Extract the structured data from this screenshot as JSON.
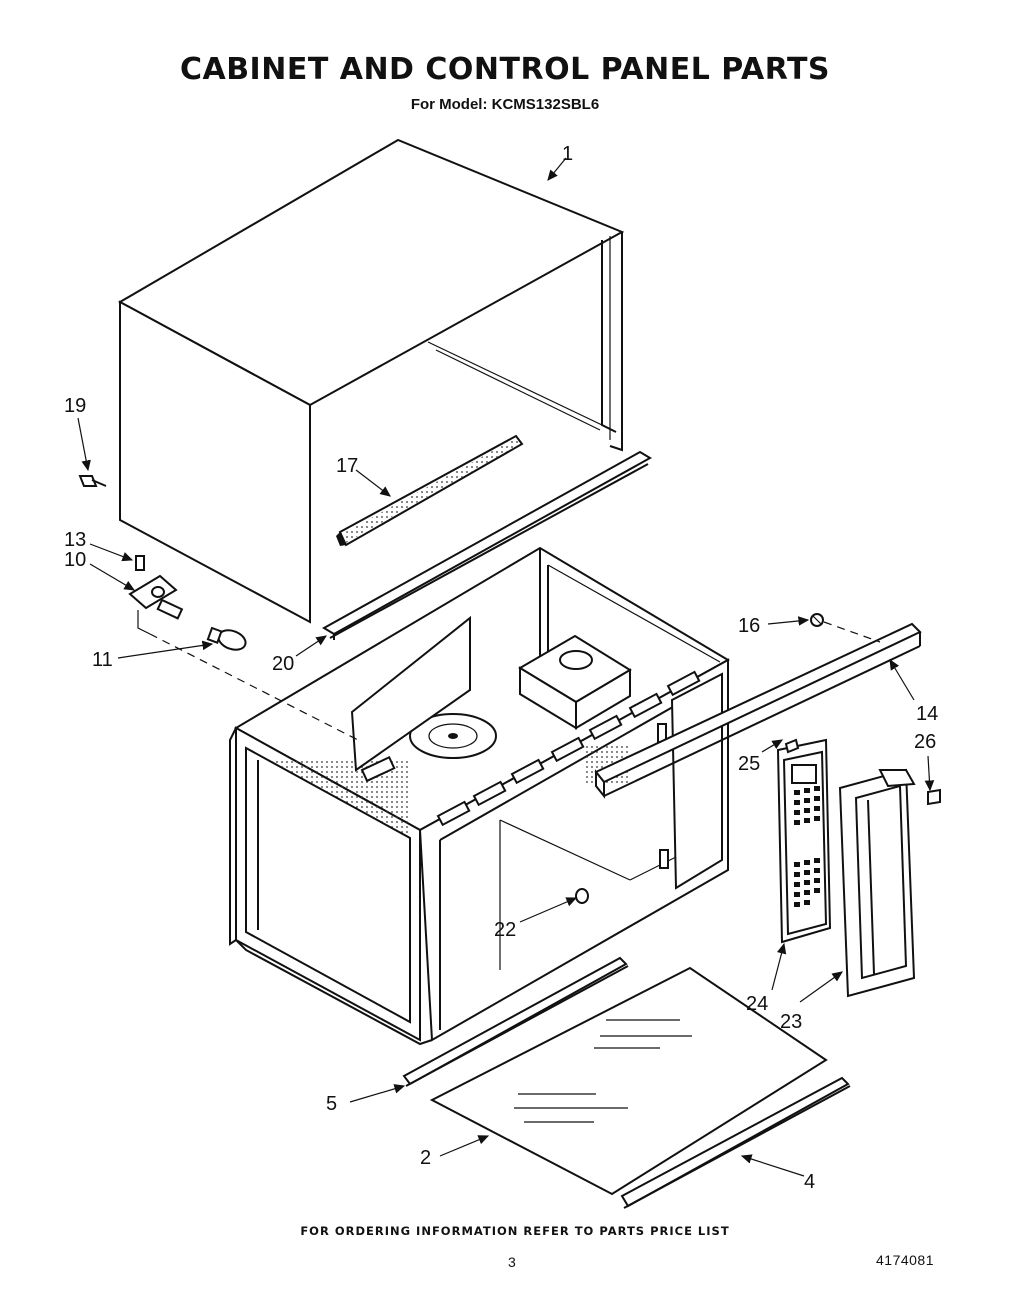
{
  "header": {
    "title": "CABINET AND CONTROL PANEL PARTS",
    "subtitle": "For Model: KCMS132SBL6"
  },
  "footer": {
    "note": "FOR ORDERING INFORMATION REFER TO PARTS PRICE LIST",
    "page_number": "3",
    "document_number": "4174081"
  },
  "callouts": {
    "c1": "1",
    "c2": "2",
    "c4": "4",
    "c5": "5",
    "c10": "10",
    "c11": "11",
    "c13": "13",
    "c14": "14",
    "c16": "16",
    "c17": "17",
    "c19": "19",
    "c20": "20",
    "c22": "22",
    "c23": "23",
    "c24": "24",
    "c25": "25",
    "c26": "26"
  }
}
